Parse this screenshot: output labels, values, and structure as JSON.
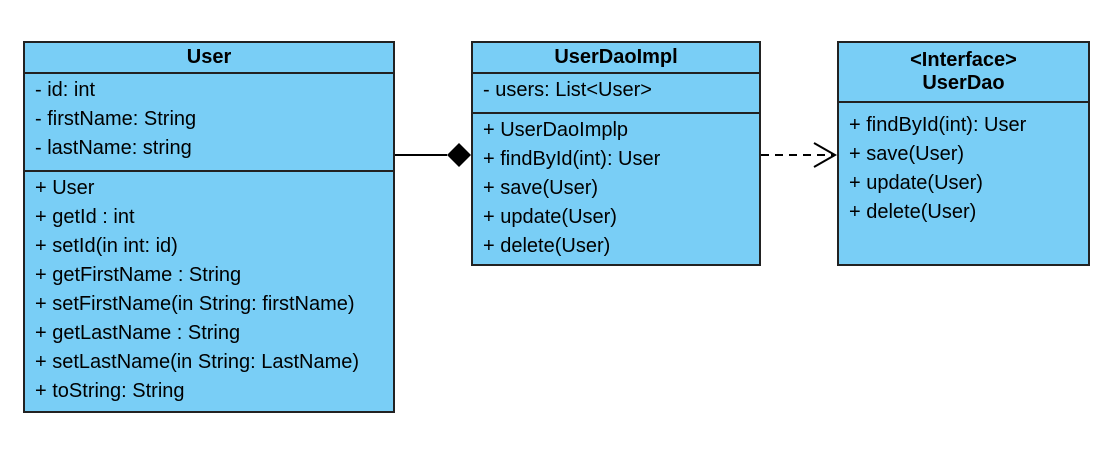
{
  "colors": {
    "class_fill": "#79CEF6",
    "border": "#222222",
    "line": "#000000"
  },
  "classes": {
    "user": {
      "name": "User",
      "fields": [
        "- id: int",
        "- firstName: String",
        "- lastName: string"
      ],
      "methods": [
        "+ User",
        "+ getId : int",
        "+ setId(in int: id)",
        "+ getFirstName : String",
        "+ setFirstName(in String: firstName)",
        "+ getLastName : String",
        "+ setLastName(in String: LastName)",
        "+ toString: String"
      ]
    },
    "userDaoImpl": {
      "name": "UserDaoImpl",
      "fields": [
        "- users: List<User>"
      ],
      "methods": [
        "+ UserDaoImplp",
        "+ findById(int): User",
        "+ save(User)",
        "+ update(User)",
        "+ delete(User)"
      ]
    },
    "userDao": {
      "stereotype": "<Interface>",
      "name": "UserDao",
      "methods": [
        "+ findById(int): User",
        "+ save(User)",
        "+ update(User)",
        "+ delete(User)"
      ]
    }
  },
  "relationships": [
    {
      "type": "composition",
      "whole": "userDaoImpl",
      "part": "user"
    },
    {
      "type": "dependency",
      "from": "userDaoImpl",
      "to": "userDao",
      "style": "dashed-open-arrow"
    }
  ]
}
